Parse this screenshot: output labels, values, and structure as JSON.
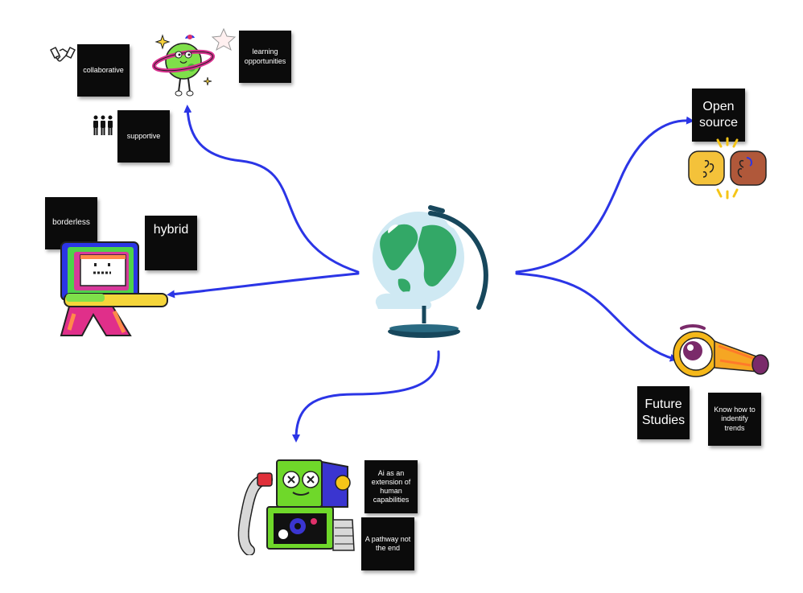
{
  "diagram": {
    "type": "mind-map",
    "connector_color": "#2b35e6",
    "center": {
      "icon": "globe-icon"
    },
    "notes": {
      "collaborative": "collaborative",
      "supportive": "supportive",
      "learning": "learning opportunities",
      "borderless": "borderless",
      "hybrid": "hybrid",
      "open_source": "Open source",
      "future_studies": "Future Studies",
      "trends": "Know how to indentify trends",
      "ai_extension": "Ai as an extension of human capabilities",
      "pathway": "A pathway not the end"
    },
    "stickers": [
      "handshake-icon",
      "people-group-icon",
      "planet-character-icon",
      "star-icon",
      "laptop-character-icon",
      "fist-bump-icon",
      "telescope-eye-icon",
      "robot-icon"
    ]
  }
}
